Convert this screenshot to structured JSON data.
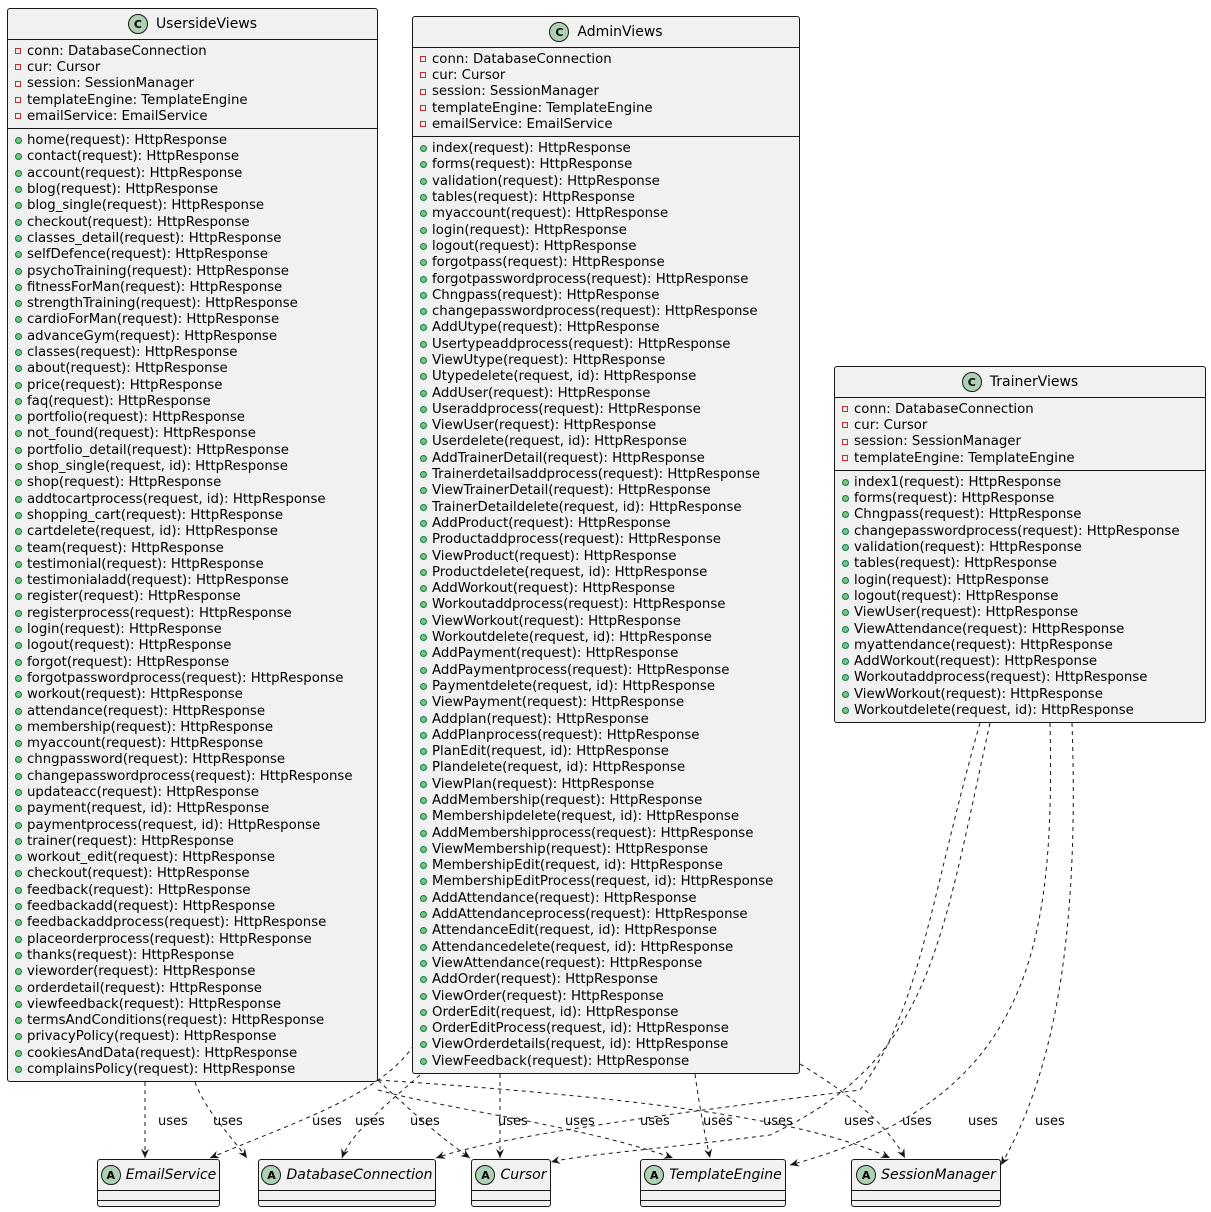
{
  "classes": [
    {
      "name": "UsersideViews",
      "stereotype": "C",
      "attributes": [
        "conn: DatabaseConnection",
        "cur: Cursor",
        "session: SessionManager",
        "templateEngine: TemplateEngine",
        "emailService: EmailService"
      ],
      "methods": [
        "home(request): HttpResponse",
        "contact(request): HttpResponse",
        "account(request): HttpResponse",
        "blog(request): HttpResponse",
        "blog_single(request): HttpResponse",
        "checkout(request): HttpResponse",
        "classes_detail(request): HttpResponse",
        "selfDefence(request): HttpResponse",
        "psychoTraining(request): HttpResponse",
        "fitnessForMan(request): HttpResponse",
        "strengthTraining(request): HttpResponse",
        "cardioForMan(request): HttpResponse",
        "advanceGym(request): HttpResponse",
        "classes(request): HttpResponse",
        "about(request): HttpResponse",
        "price(request): HttpResponse",
        "faq(request): HttpResponse",
        "portfolio(request): HttpResponse",
        "not_found(request): HttpResponse",
        "portfolio_detail(request): HttpResponse",
        "shop_single(request, id): HttpResponse",
        "shop(request): HttpResponse",
        "addtocartprocess(request, id): HttpResponse",
        "shopping_cart(request): HttpResponse",
        "cartdelete(request, id): HttpResponse",
        "team(request): HttpResponse",
        "testimonial(request): HttpResponse",
        "testimonialadd(request): HttpResponse",
        "register(request): HttpResponse",
        "registerprocess(request): HttpResponse",
        "login(request): HttpResponse",
        "logout(request): HttpResponse",
        "forgot(request): HttpResponse",
        "forgotpasswordprocess(request): HttpResponse",
        "workout(request): HttpResponse",
        "attendance(request): HttpResponse",
        "membership(request): HttpResponse",
        "myaccount(request): HttpResponse",
        "chngpassword(request): HttpResponse",
        "changepasswordprocess(request): HttpResponse",
        "updateacc(request): HttpResponse",
        "payment(request, id): HttpResponse",
        "paymentprocess(request, id): HttpResponse",
        "trainer(request): HttpResponse",
        "workout_edit(request): HttpResponse",
        "checkout(request): HttpResponse",
        "feedback(request): HttpResponse",
        "feedbackadd(request): HttpResponse",
        "feedbackaddprocess(request): HttpResponse",
        "placeorderprocess(request): HttpResponse",
        "thanks(request): HttpResponse",
        "vieworder(request): HttpResponse",
        "orderdetail(request): HttpResponse",
        "viewfeedback(request): HttpResponse",
        "termsAndConditions(request): HttpResponse",
        "privacyPolicy(request): HttpResponse",
        "cookiesAndData(request): HttpResponse",
        "complainsPolicy(request): HttpResponse"
      ]
    },
    {
      "name": "AdminViews",
      "stereotype": "C",
      "attributes": [
        "conn: DatabaseConnection",
        "cur: Cursor",
        "session: SessionManager",
        "templateEngine: TemplateEngine",
        "emailService: EmailService"
      ],
      "methods": [
        "index(request): HttpResponse",
        "forms(request): HttpResponse",
        "validation(request): HttpResponse",
        "tables(request): HttpResponse",
        "myaccount(request): HttpResponse",
        "login(request): HttpResponse",
        "logout(request): HttpResponse",
        "forgotpass(request): HttpResponse",
        "forgotpasswordprocess(request): HttpResponse",
        "Chngpass(request): HttpResponse",
        "changepasswordprocess(request): HttpResponse",
        "AddUtype(request): HttpResponse",
        "Usertypeaddprocess(request): HttpResponse",
        "ViewUtype(request): HttpResponse",
        "Utypedelete(request, id): HttpResponse",
        "AddUser(request): HttpResponse",
        "Useraddprocess(request): HttpResponse",
        "ViewUser(request): HttpResponse",
        "Userdelete(request, id): HttpResponse",
        "AddTrainerDetail(request): HttpResponse",
        "Trainerdetailsaddprocess(request): HttpResponse",
        "ViewTrainerDetail(request): HttpResponse",
        "TrainerDetaildelete(request, id): HttpResponse",
        "AddProduct(request): HttpResponse",
        "Productaddprocess(request): HttpResponse",
        "ViewProduct(request): HttpResponse",
        "Productdelete(request, id): HttpResponse",
        "AddWorkout(request): HttpResponse",
        "Workoutaddprocess(request): HttpResponse",
        "ViewWorkout(request): HttpResponse",
        "Workoutdelete(request, id): HttpResponse",
        "AddPayment(request): HttpResponse",
        "AddPaymentprocess(request): HttpResponse",
        "Paymentdelete(request, id): HttpResponse",
        "ViewPayment(request): HttpResponse",
        "Addplan(request): HttpResponse",
        "AddPlanprocess(request): HttpResponse",
        "PlanEdit(request, id): HttpResponse",
        "Plandelete(request, id): HttpResponse",
        "ViewPlan(request): HttpResponse",
        "AddMembership(request): HttpResponse",
        "Membershipdelete(request, id): HttpResponse",
        "AddMembershipprocess(request): HttpResponse",
        "ViewMembership(request): HttpResponse",
        "MembershipEdit(request, id): HttpResponse",
        "MembershipEditProcess(request, id): HttpResponse",
        "AddAttendance(request): HttpResponse",
        "AddAttendanceprocess(request): HttpResponse",
        "AttendanceEdit(request, id): HttpResponse",
        "Attendancedelete(request, id): HttpResponse",
        "ViewAttendance(request): HttpResponse",
        "AddOrder(request): HttpResponse",
        "ViewOrder(request): HttpResponse",
        "OrderEdit(request, id): HttpResponse",
        "OrderEditProcess(request, id): HttpResponse",
        "ViewOrderdetails(request, id): HttpResponse",
        "ViewFeedback(request): HttpResponse"
      ]
    },
    {
      "name": "TrainerViews",
      "stereotype": "C",
      "attributes": [
        "conn: DatabaseConnection",
        "cur: Cursor",
        "session: SessionManager",
        "templateEngine: TemplateEngine"
      ],
      "methods": [
        "index1(request): HttpResponse",
        "forms(request): HttpResponse",
        "Chngpass(request): HttpResponse",
        "changepasswordprocess(request): HttpResponse",
        "validation(request): HttpResponse",
        "tables(request): HttpResponse",
        "login(request): HttpResponse",
        "logout(request): HttpResponse",
        "ViewUser(request): HttpResponse",
        "ViewAttendance(request): HttpResponse",
        "myattendance(request): HttpResponse",
        "AddWorkout(request): HttpResponse",
        "Workoutaddprocess(request): HttpResponse",
        "ViewWorkout(request): HttpResponse",
        "Workoutdelete(request, id): HttpResponse"
      ]
    }
  ],
  "abstracts": [
    {
      "name": "EmailService",
      "stereotype": "A"
    },
    {
      "name": "DatabaseConnection",
      "stereotype": "A"
    },
    {
      "name": "Cursor",
      "stereotype": "A"
    },
    {
      "name": "TemplateEngine",
      "stereotype": "A"
    },
    {
      "name": "SessionManager",
      "stereotype": "A"
    }
  ],
  "relation_label": "uses",
  "colors": {
    "class_fill": "#f1f1f1",
    "border": "#181818",
    "class_circle": "#add1b2",
    "private_marker": "#c82930",
    "public_marker": "#84be84"
  }
}
